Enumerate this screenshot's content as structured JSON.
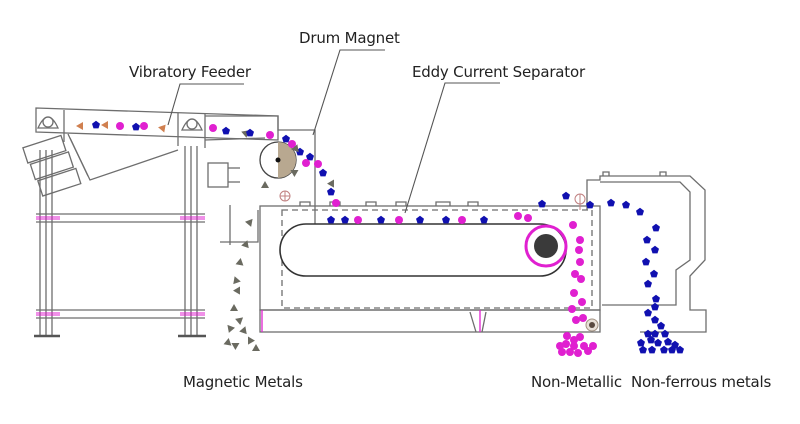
{
  "diagram": {
    "title": "Eddy current separation line",
    "labels": {
      "drum_magnet": "Drum Magnet",
      "vibratory_feeder": "Vibratory Feeder",
      "eddy_current_separator": "Eddy Current Separator",
      "magnetic_metals": "Magnetic Metals",
      "non_metallic": "Non-Metallic",
      "non_ferrous_metals": "Non-ferrous metals"
    },
    "colors": {
      "line": "#6e6e6e",
      "line_dark": "#333333",
      "accent_pink": "#e020d0",
      "non_ferrous_blue": "#1010b0",
      "ferrous_gray": "#6a6a60",
      "feed_orange": "#d08050",
      "drum_fill": "#b8a890"
    },
    "material_legend": [
      {
        "name": "magnetic metals",
        "shape": "triangle",
        "color": "#6a6a60"
      },
      {
        "name": "non-metallic",
        "shape": "circle",
        "color": "#e020d0"
      },
      {
        "name": "non-ferrous metals",
        "shape": "pentagon",
        "color": "#1010b0"
      }
    ]
  }
}
